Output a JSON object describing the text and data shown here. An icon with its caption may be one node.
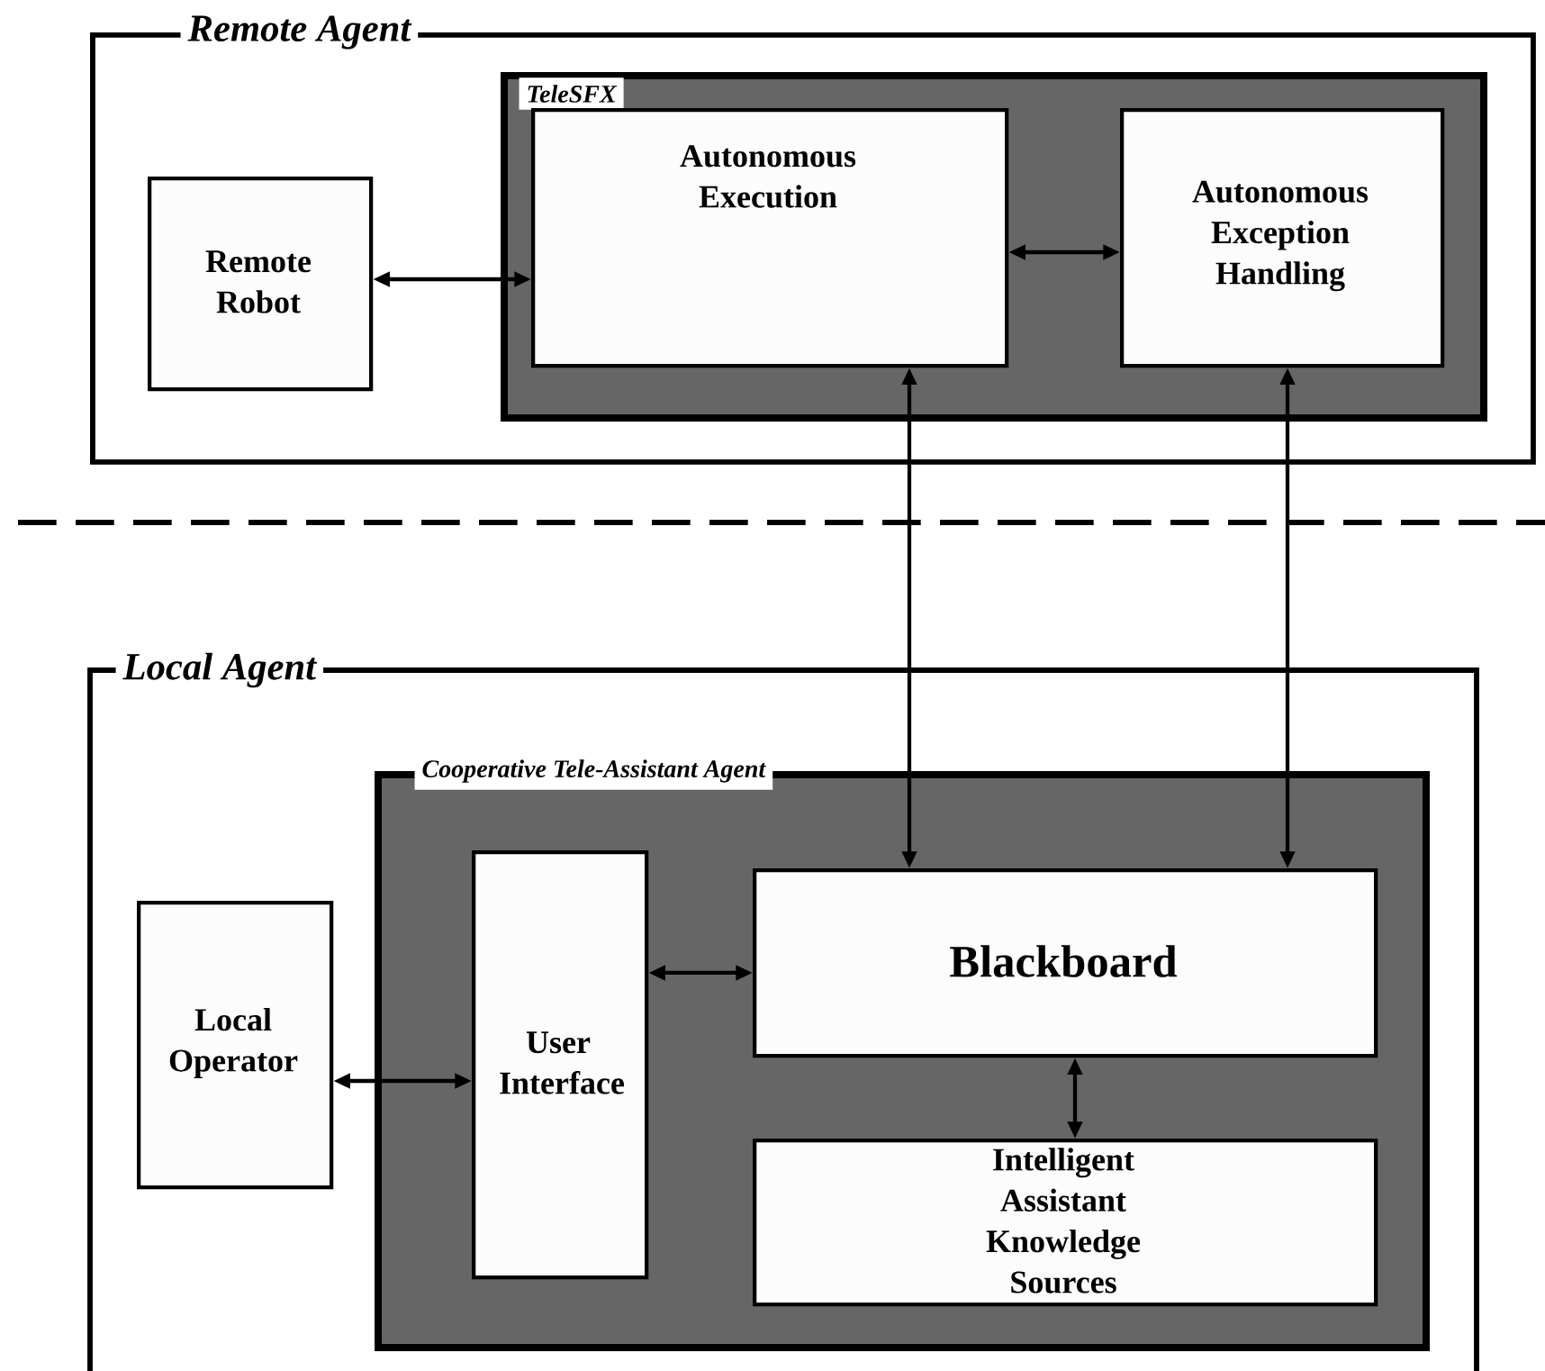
{
  "diagram": {
    "nodes": [
      {
        "text": [
          "Remote Agent"
        ]
      },
      {
        "text": [
          "TeleSFX"
        ],
        "in": 0
      },
      {
        "text": [
          "Remote Robot"
        ],
        "in": 0
      },
      {
        "text": [
          "Autonomous Execution"
        ],
        "in": 1
      },
      {
        "text": [
          "Autonomous Exception Handling"
        ],
        "in": 1
      },
      {
        "text": [
          "Local  Agent"
        ]
      },
      {
        "text": [
          "Cooperative Tele-Assistant Agent"
        ],
        "in": 5
      },
      {
        "text": [
          "Local Operator"
        ],
        "in": 5
      },
      {
        "text": [
          "User Interface"
        ],
        "in": 6
      },
      {
        "text": [
          "Blackboard"
        ],
        "in": 6
      },
      {
        "text": [
          "Intelligent Assistant Knowledge Sources"
        ],
        "in": 6
      }
    ],
    "edges": [
      {
        "from": 2,
        "to": 3,
        "arrow": "both"
      },
      {
        "from": 3,
        "to": 4,
        "arrow": "both"
      },
      {
        "from": 3,
        "to": 9,
        "arrow": "both"
      },
      {
        "from": 4,
        "to": 9,
        "arrow": "both"
      },
      {
        "from": 7,
        "to": 8,
        "arrow": "both"
      },
      {
        "from": 8,
        "to": 9,
        "arrow": "both"
      },
      {
        "from": 9,
        "to": 10,
        "arrow": "both"
      }
    ]
  }
}
